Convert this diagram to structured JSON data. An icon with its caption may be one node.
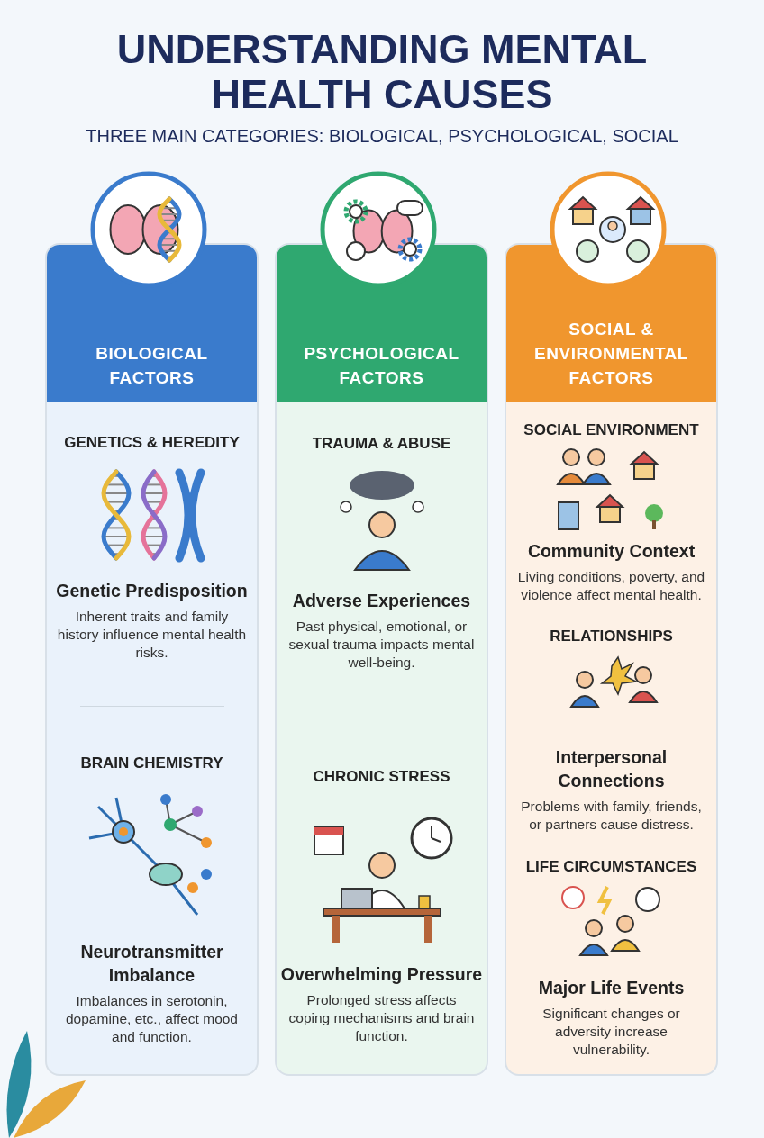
{
  "diagram": {
    "title": "UNDERSTANDING MENTAL HEALTH CAUSES",
    "nodes": [
      {
        "text": [
          "BIOLOGICAL FACTORS",
          "GENETICS & HEREDITY",
          "Genetic Predisposition",
          "Inherent traits and family history influence mental health risks.",
          "BRAIN CHEMISTRY",
          "Neurotransmitter Imbalance",
          "Imbalances in serotonin, dopamine, etc., affect mood and function."
        ]
      },
      {
        "text": [
          "PSYCHOLOGICAL FACTORS",
          "TRAUMA & ABUSE",
          "Adverse Experiences",
          "Past physical, emotional, or sexual trauma impacts mental well-being.",
          "CHRONIC STRESS",
          "Overwhelming Pressure",
          "Prolonged stress affects coping mechanisms and brain function."
        ]
      },
      {
        "text": [
          "SOCIAL & ENVIRONMENTAL FACTORS",
          "SOCIAL ENVIRONMENT",
          "Community Context",
          "Living conditions, poverty, and violence affect mental health.",
          "RELATIONSHIPS",
          "Interpersonal Connections",
          "Problems with family, friends, or partners cause distress.",
          "LIFE CIRCUMSTANCES",
          "Major Life Events",
          "Significant changes or adversity increase vulnerability."
        ]
      }
    ],
    "labels": [
      "THREE MAIN CATEGORIES: BIOLOGICAL, PSYCHOLOGICAL, SOCIAL"
    ]
  }
}
